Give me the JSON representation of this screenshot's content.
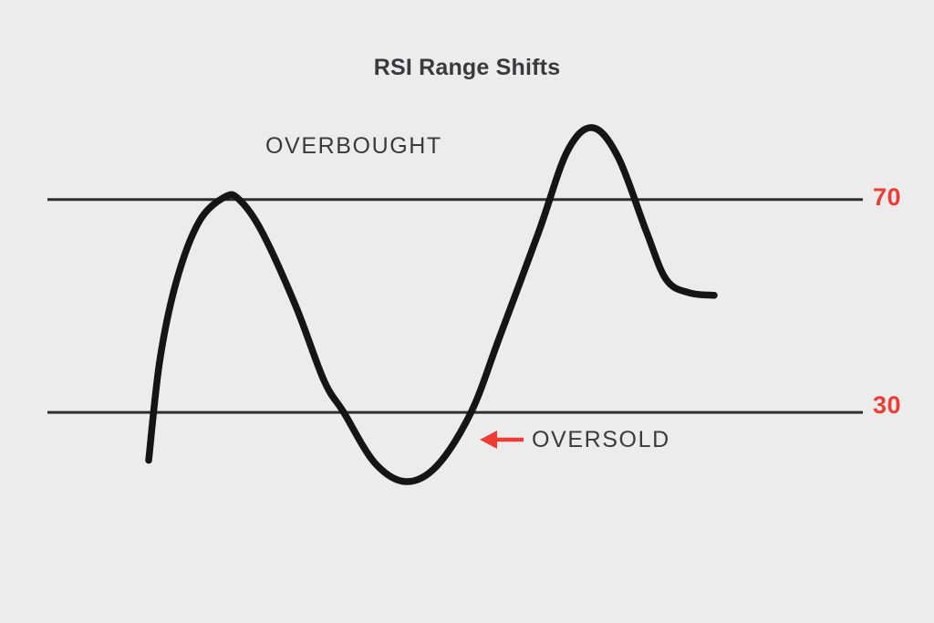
{
  "chart_data": {
    "type": "line",
    "title": "RSI Range Shifts",
    "xlabel": "",
    "ylabel": "",
    "grid": false,
    "legend": null,
    "ylim": [
      0,
      100
    ],
    "xlim": [
      0,
      100
    ],
    "background_color": "#ECECEC",
    "series": [
      {
        "name": "RSI",
        "color": "#151515",
        "points": [
          {
            "x": 0.0,
            "y": 21.0
          },
          {
            "x": 2.0,
            "y": 40.0
          },
          {
            "x": 5.0,
            "y": 55.0
          },
          {
            "x": 9.0,
            "y": 66.0
          },
          {
            "x": 13.5,
            "y": 70.5
          },
          {
            "x": 16.0,
            "y": 70.0
          },
          {
            "x": 20.0,
            "y": 64.0
          },
          {
            "x": 26.0,
            "y": 50.0
          },
          {
            "x": 31.0,
            "y": 36.0
          },
          {
            "x": 34.5,
            "y": 30.0
          },
          {
            "x": 40.0,
            "y": 20.5
          },
          {
            "x": 45.5,
            "y": 17.0
          },
          {
            "x": 51.0,
            "y": 20.0
          },
          {
            "x": 57.0,
            "y": 30.0
          },
          {
            "x": 62.0,
            "y": 44.0
          },
          {
            "x": 69.0,
            "y": 64.0
          },
          {
            "x": 74.0,
            "y": 79.0
          },
          {
            "x": 78.5,
            "y": 83.5
          },
          {
            "x": 83.0,
            "y": 78.0
          },
          {
            "x": 88.0,
            "y": 64.0
          },
          {
            "x": 91.5,
            "y": 55.0
          },
          {
            "x": 95.5,
            "y": 52.5
          },
          {
            "x": 100.0,
            "y": 52.0
          }
        ]
      }
    ],
    "reference_lines": [
      {
        "label": "70",
        "value": 70,
        "color": "#2F2F2F",
        "value_color": "#EE3B33"
      },
      {
        "label": "30",
        "value": 30,
        "color": "#2F2F2F",
        "value_color": "#EE3B33"
      }
    ],
    "annotations": [
      {
        "text": "OVERBOUGHT",
        "type": "zone-label",
        "color": "#3A3A3C"
      },
      {
        "text": "OVERSOLD",
        "type": "zone-label",
        "color": "#3A3A3C",
        "arrow": true,
        "arrow_color": "#EE3B33"
      }
    ]
  },
  "labels": {
    "overbought": "OVERBOUGHT",
    "oversold": "OVERSOLD",
    "level_upper": "70",
    "level_lower": "30"
  }
}
